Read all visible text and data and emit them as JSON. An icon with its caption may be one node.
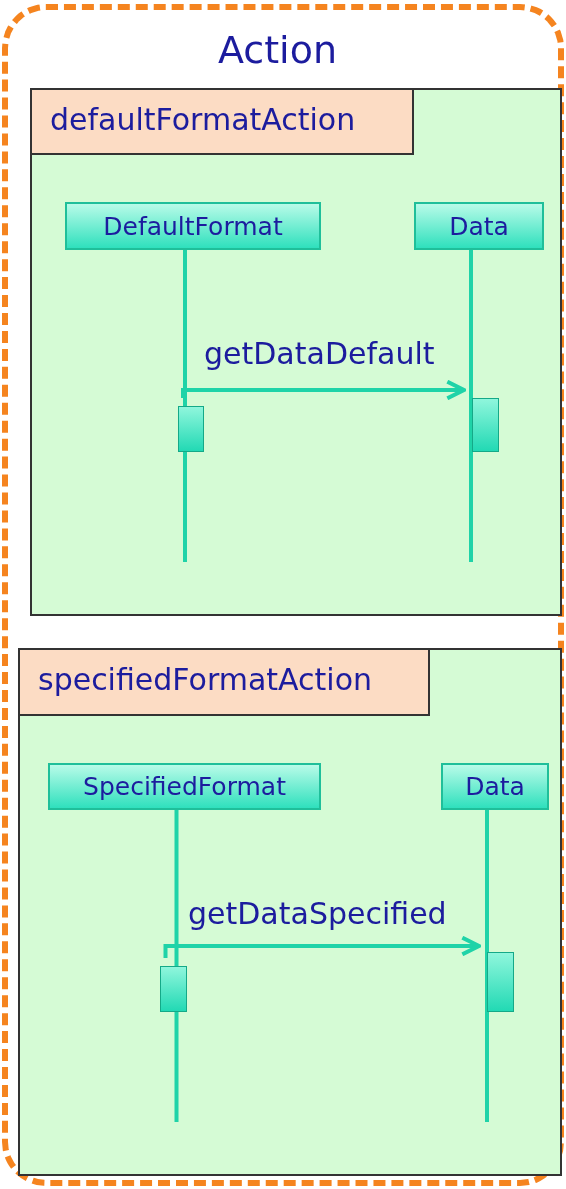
{
  "diagram": {
    "nodes": [
      {
        "text": [
          "Action"
        ]
      },
      {
        "text": [
          "defaultFormatAction"
        ],
        "in": 0
      },
      {
        "text": [
          "DefaultFormat"
        ],
        "in": 1
      },
      {
        "text": [
          "Data"
        ],
        "in": 1
      },
      {
        "text": [],
        "shape": "bar",
        "in": 1
      },
      {
        "text": [],
        "shape": "bar",
        "in": 1
      },
      {
        "text": [
          "specifiedFormatAction"
        ],
        "in": 0
      },
      {
        "text": [
          "SpecifiedFormat"
        ],
        "in": 6
      },
      {
        "text": [
          "Data"
        ],
        "in": 6
      },
      {
        "text": [],
        "shape": "bar",
        "in": 6
      },
      {
        "text": [],
        "shape": "bar",
        "in": 6
      }
    ],
    "edges": [
      {
        "from": 4,
        "to": 5,
        "arrow": "to",
        "label": "getDataDefault"
      },
      {
        "from": 9,
        "to": 10,
        "arrow": "to",
        "label": "getDataSpecified"
      }
    ]
  }
}
